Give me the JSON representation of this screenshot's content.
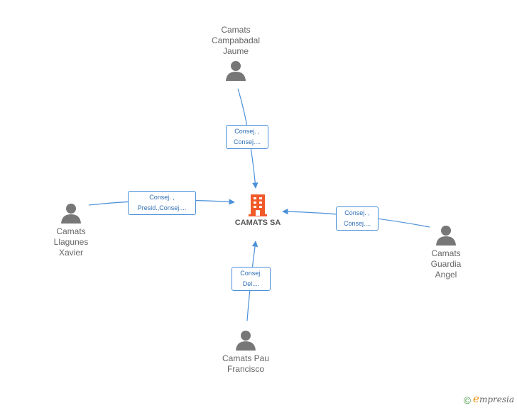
{
  "company": {
    "name": "CAMATS SA",
    "icon": "building-icon",
    "color": "#f05a28"
  },
  "people": [
    {
      "id": "p1",
      "name": "Camats\nCampabadal\nJaume",
      "relation": [
        "Consej. ,",
        "Consej...."
      ]
    },
    {
      "id": "p2",
      "name": "Camats\nLlagunes\nXavier",
      "relation": [
        "Consej. ,",
        "Presid.,Consej...."
      ]
    },
    {
      "id": "p3",
      "name": "Camats\nGuardia\nAngel",
      "relation": [
        "Consej. ,",
        "Consej...."
      ]
    },
    {
      "id": "p4",
      "name": "Camats Pau\nFrancisco",
      "relation": [
        "Consej.",
        "Del...."
      ]
    }
  ],
  "footer": {
    "copyright": "©",
    "brand_initial": "e",
    "brand_rest": "mpresia"
  }
}
